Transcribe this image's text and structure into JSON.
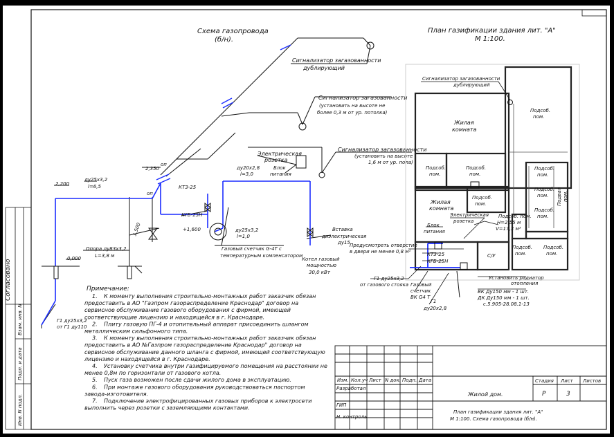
{
  "colors": {
    "background": "#000000",
    "sheet": "#ffffff",
    "gas_pipe": "#1a2cff",
    "lines": "#111111"
  },
  "scheme": {
    "title_line1": "Схема газопровода",
    "title_line2": "(б/н).",
    "labels": {
      "signal_top_line1": "Сигнализатор загазованности",
      "signal_top_line2": "дублирующий",
      "signal_mid_line1": "Сигнализатор загазованности",
      "signal_mid_line2": "(установить на высоте не",
      "signal_mid_line3": "более 0,3 м от ур. потолка)",
      "signal_low_line1": "Сигнализатор загазованности",
      "signal_low_line2": "(установить на высоте",
      "signal_low_line3": "1,6 м от ур. пола)",
      "socket_line1": "Электрическая",
      "socket_line2": "розетка",
      "block_line1": "Блок",
      "block_line2": "питания",
      "pipe_a_line1": "ду25х3,2",
      "pipe_a_line2": "l=6,5",
      "pipe_b_line1": "ду20х2,8",
      "pipe_b_line2": "l=3,0",
      "pipe_c_line1": "ду25х3,2",
      "pipe_c_line2": "l=1,0",
      "elev_2350": "2,350",
      "elev_2200": "2,200",
      "elev_1600": "+1,600",
      "elev_1500": "1,500",
      "elev_0000": "0,000",
      "op_1": "оп",
      "op_2": "оп",
      "kts": "КТЗ-25",
      "kgb": "КГБ-25Н",
      "support_line1": "Опора  ду83х3,2",
      "support_line2": "L=3,8  м",
      "meter_line1": "Газовый  счетчик  G-4Т с",
      "meter_line2": "температурным компенсатором",
      "boiler_line1": "Котел газовый",
      "boiler_line2": "мощностью",
      "boiler_line3": "30,0 кВт",
      "insert_line1": "Вставка",
      "insert_line2": "диэлектрическая",
      "insert_line3": "ду15",
      "g1_line1": "Г1 ду25х3,2",
      "g1_line2": "от Г1 ду110"
    }
  },
  "plan": {
    "title_line1": "План газификации здания лит. \"А\"",
    "title_line2": "М 1:100.",
    "rooms": {
      "living_1_line1": "Жилая",
      "living_1_line2": "комната",
      "living_2_line1": "Жилая",
      "living_2_line2": "комната",
      "util_1_line1": "Подсоб.",
      "util_1_line2": "пом.",
      "util_2_line1": "Подсоб.",
      "util_2_line2": "пом.",
      "util_3_line1": "Подсоб.",
      "util_3_line2": "пом.",
      "util_4_line1": "Подсоб.",
      "util_4_line2": "пом.",
      "util_5_line1": "Подсоб.",
      "util_5_line2": "пом.",
      "util_6_line1": "Подсоб.",
      "util_6_line2": "пом.",
      "util_7_line1": "Подсоб.",
      "util_7_line2": "пом.",
      "util_8_line1": "Подсоб.",
      "util_8_line2": "пом.",
      "util_9_line1": "Подсоб.",
      "util_9_line2": "пом.",
      "util_10_line1": "Подвал",
      "util_10_line2": "пом.",
      "wc": "С/У"
    },
    "labels": {
      "signal_line1": "Сигнализатор загазованности",
      "signal_line2": "дублирующий",
      "socket_line1": "Электрическая",
      "socket_line2": "розетка",
      "block_line1": "Блок",
      "block_line2": "питания",
      "room_data_line1": "Подсоб. пом.",
      "room_data_line2": "Н=2,55 м",
      "room_data_line3": "V=17,3 м³",
      "hole_line1": "Предусмотреть отверстие",
      "hole_line2": "в двери не менее 0,8 м²",
      "kts": "КТЗ-25",
      "kgb": "КГБ-25Н",
      "g1_line1": "Г1  ду25х3,2",
      "g1_line2": "от газового стояка",
      "meter_line1": "Газовый",
      "meter_line2": "счетчик",
      "meter_line3": "ВК G4 Т",
      "g1b_line1": "Г1",
      "g1b_line2": "ду20х2,8",
      "radiator_line1": "Установить радиатор",
      "radiator_line2": "отопления",
      "vk_line1": "ВК  Ду150 мм - 1 шт.",
      "vk_line2": "ДК  Ду150 мм - 1 шт.",
      "vk_line3": "с.5.905-28.08.1-13"
    }
  },
  "notes": {
    "heading": "Примечание:",
    "items": [
      {
        "num": "1.",
        "lines": [
          "К моменту выполнения строительно-монтажных работ заказчик обязан",
          "предоставить в АО \"Газпром газораспределение Краснодар\" договор на",
          "сервисное обслуживание газового оборудования с фирмой, имеющей",
          "соответствующие лицензию и находящейся в г. Краснодаре."
        ]
      },
      {
        "num": "2.",
        "lines": [
          "Плиту газовую ПГ-4 и отопительный аппарат присоединить шлангом",
          "металлическим сильфонного типа."
        ]
      },
      {
        "num": "3.",
        "lines": [
          "К моменту выполнения строительно-монтажных работ заказчик обязан",
          "предоставить в АО №Газпром газораспределение Краснодар\" договор на",
          "сервисное обслуживание данного шланга с фирмой, имеющей соответствующую",
          "лицензию и находящейся в г. Краснодаре."
        ]
      },
      {
        "num": "4.",
        "lines": [
          "Установку счетчика внутри газифицируемого помещения на расстоянии не",
          "менее 0,8м по горизонтали от газового котла."
        ]
      },
      {
        "num": "5.",
        "lines": [
          "Пуск газа возможен после сдачи жилого дома в эксплуатацию."
        ]
      },
      {
        "num": "6.",
        "lines": [
          "При монтаже газового оборудования руководствоваться паспортом",
          "завода-изготовителя."
        ]
      },
      {
        "num": "7.",
        "lines": [
          "Подключение электрофицированных газовых приборов к электросети",
          "выполнить через    розетки с заземляющими контактами."
        ]
      }
    ]
  },
  "side_stamp": {
    "agreed": "Согласовано",
    "inv_orig": "Инв. N подл.",
    "sign_date": "Подп. и дата",
    "replace_inv": "Взам. инв. N"
  },
  "title_block": {
    "col_izm": "Изм.",
    "col_kol": "Кол.уч",
    "col_list": "Лист",
    "col_doc": "N док.",
    "col_sign": "Подп.",
    "col_date": "Дата",
    "row_dev": "Разработал",
    "row_gip": "ГИП",
    "row_nk": "Н. контроль",
    "object_name": "Жилой дом.",
    "stage_label": "Стадия",
    "sheet_label": "Лист",
    "sheets_label": "Листов",
    "stage_value": "Р",
    "sheet_value": "3",
    "drawing_line1": "План газификации здания лит. \"А\"",
    "drawing_line2": "М 1:100. Схема газопровода (б/н)."
  }
}
